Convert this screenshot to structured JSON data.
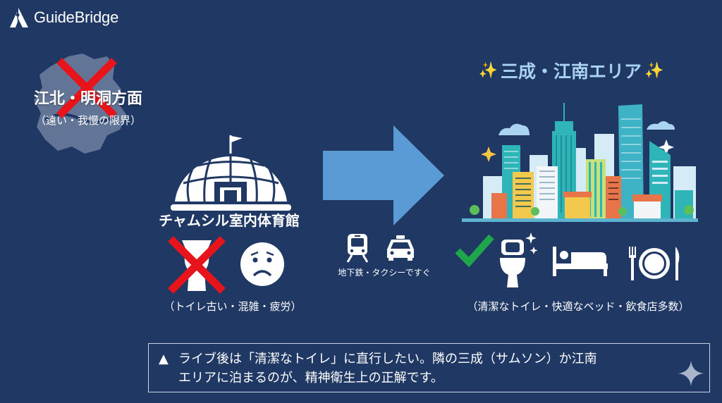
{
  "brand": {
    "name": "GuideBridge",
    "icon": "mountain-person-logo-icon"
  },
  "left": {
    "area_title": "江北・明洞方面",
    "area_subtitle": "（遠い・我慢の限界）",
    "area_icon": "seoul-map-icon",
    "area_mark": "red-x-icon",
    "venue_name": "チャムシル室内体育館",
    "venue_icon": "dome-stadium-icon",
    "issues": "（トイレ古い・混雑・疲労）",
    "issue_icons": [
      "toilet-crossed-icon",
      "sad-face-icon"
    ]
  },
  "middle": {
    "arrow_icon": "right-arrow-icon",
    "transit_icons": [
      "train-icon",
      "taxi-icon"
    ],
    "transit_label": "地下鉄・タクシーですぐ"
  },
  "right": {
    "area_title": "三成・江南エリア",
    "sparkle_left": "✨",
    "sparkle_right": "✨",
    "city_icon": "city-skyline-icon",
    "feature_icons": [
      "check-mark-icon",
      "clean-toilet-icon",
      "bed-icon",
      "fork-plate-knife-icon"
    ],
    "features": "（清潔なトイレ・快適なベッド・飲食店多数）"
  },
  "callout": {
    "bullet": "▲",
    "line1": "ライブ後は「清潔なトイレ」に直行したい。隣の三成（サムソン）か江南",
    "line2": "エリアに泊まるのが、精神衛生上の正解です。"
  },
  "colors": {
    "background": "#1f3864",
    "arrow": "#5b9bd5",
    "cross": "#e8141b",
    "check": "#1fa64a",
    "title_accent": "#a9d3f1",
    "sparkle": "#f4c542"
  }
}
